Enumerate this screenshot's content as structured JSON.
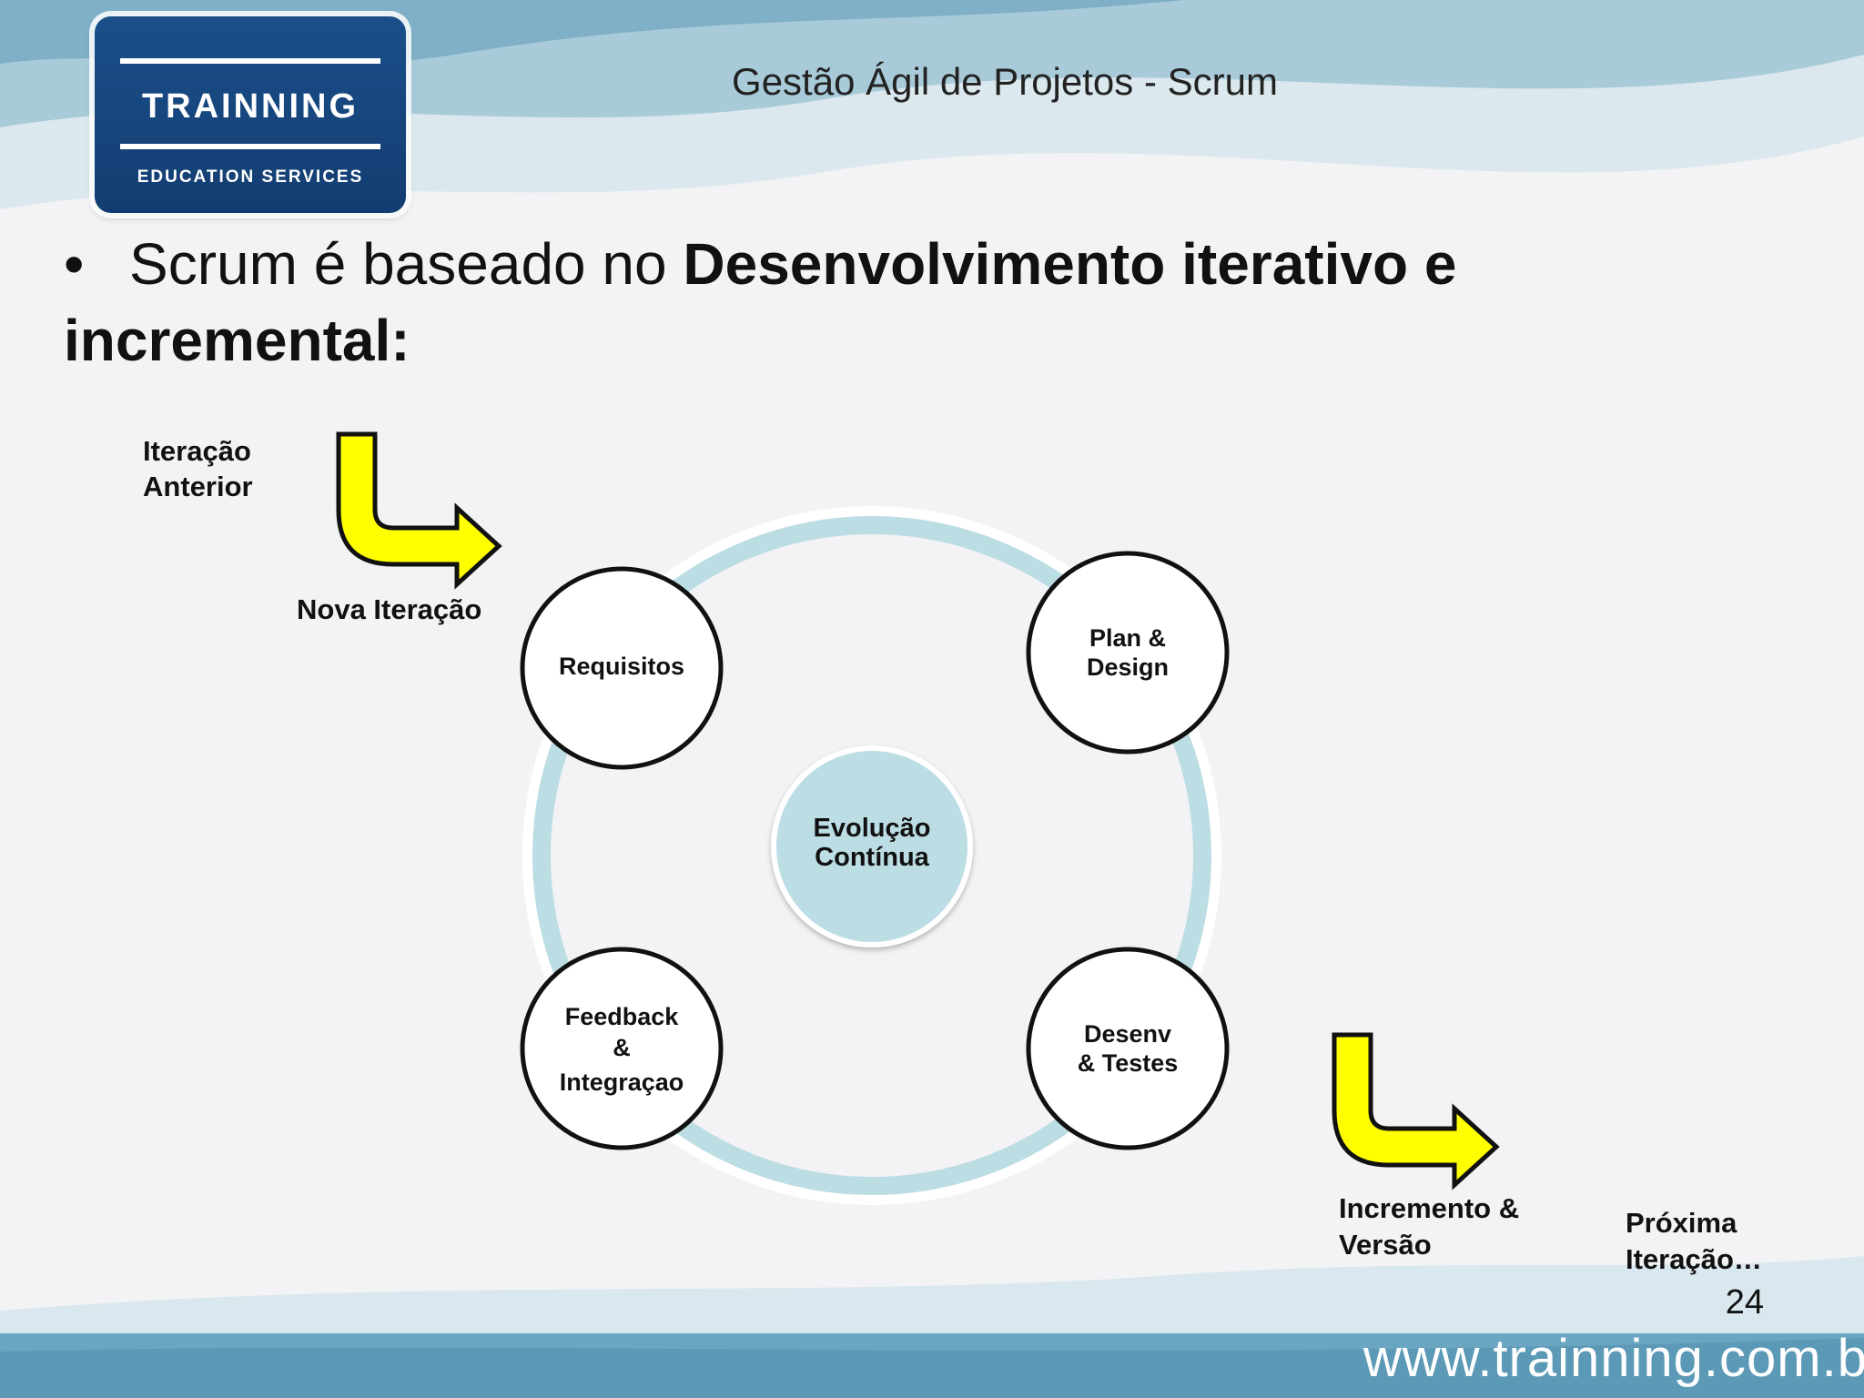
{
  "header": {
    "title": "Gestão Ágil de Projetos - Scrum",
    "logo": {
      "name": "TRAINNING",
      "subtitle": "EDUCATION SERVICES"
    }
  },
  "bullet": {
    "plain": "Scrum é baseado no ",
    "bold": "Desenvolvimento iterativo e incremental",
    "suffix": ":"
  },
  "diagram": {
    "center": [
      "Evolução",
      "Contínua"
    ],
    "nodes": {
      "requisitos": [
        "Requisitos"
      ],
      "plan_design": [
        "Plan &",
        "Design"
      ],
      "feedback": [
        "Feedback",
        "&",
        "Integraçao"
      ],
      "desenv": [
        "Desenv",
        "& Testes"
      ]
    },
    "labels": {
      "iteracao_anterior": [
        "Iteração",
        "Anterior"
      ],
      "nova_iteracao": "Nova Iteração",
      "incremento": [
        "Incremento &",
        "Versão"
      ],
      "proxima": [
        "Próxima",
        "Iteração…"
      ]
    }
  },
  "footer": {
    "url": "www.trainning.com.b",
    "page_number": "24"
  },
  "colors": {
    "arrow_fill": "#ffff00",
    "ring": "#bcdde3",
    "logo_bg": "#1b4f8a",
    "band": "#6aa6c2"
  },
  "icons": [
    "curved-arrow-icon"
  ]
}
